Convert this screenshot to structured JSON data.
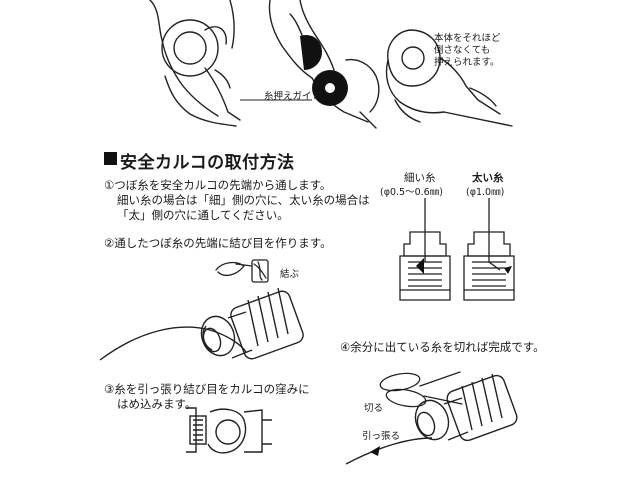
{
  "top_panel": {
    "ito_osae_guide": "糸押えガイド",
    "note_lines": [
      "本体をそれほど",
      "倒さなくても",
      "押えられます。"
    ]
  },
  "section": {
    "title": "安全カルコの取付方法"
  },
  "steps": {
    "step1": {
      "lines": [
        "①つぼ糸を安全カルコの先端から通します。",
        "細い糸の場合は「細」側の穴に、太い糸の場合は",
        "「太」側の穴に通してください。"
      ]
    },
    "step2": {
      "text": "②通したつぼ糸の先端に結び目を作ります。",
      "knot_label": "結ぶ"
    },
    "step3": {
      "lines": [
        "③糸を引っ張り結び目をカルコの窪みに",
        "はめ込みます。"
      ]
    },
    "step4": {
      "text": "④余分に出ている糸を切れば完成です。",
      "cut_label": "切る",
      "pull_label": "引っ張る"
    }
  },
  "thread_sizes": {
    "thin": {
      "name": "細い糸",
      "size": "(φ0.5～0.6㎜)"
    },
    "thick": {
      "name": "太い糸",
      "size": "(φ1.0㎜)"
    }
  }
}
